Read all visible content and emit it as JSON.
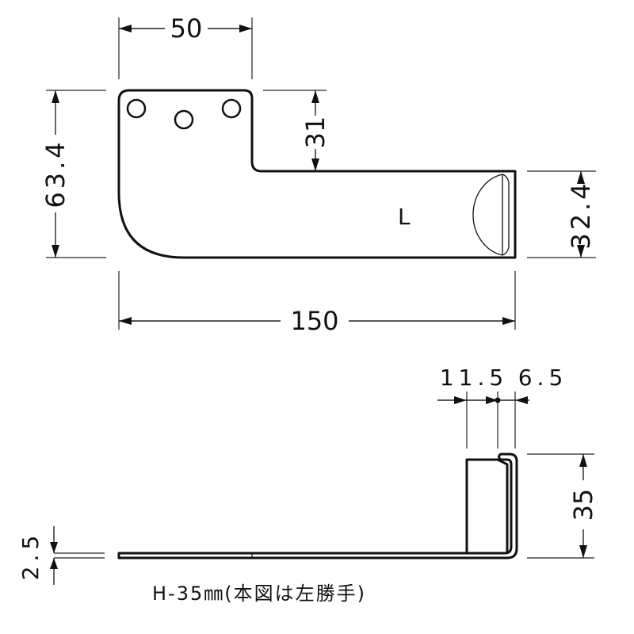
{
  "dimensions": {
    "top_width": "50",
    "notch_depth": "31",
    "overall_height": "63.4",
    "arm_height": "32.4",
    "overall_length": "150",
    "side_width_a": "11.5",
    "side_width_b": "6.5",
    "side_height": "35",
    "thickness": "2.5"
  },
  "part_mark": "L",
  "caption": "H-35㎜(本図は左勝手)"
}
